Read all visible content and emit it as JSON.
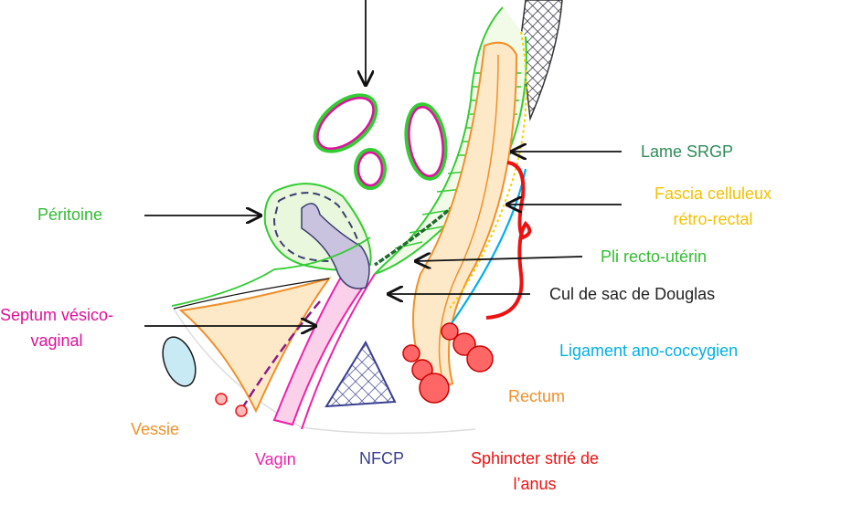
{
  "labels": {
    "lame_srgp": "Lame SRGP",
    "fascia_line1": "Fascia celluleux",
    "fascia_line2": "rétro-rectal",
    "pli": "Pli recto-utérin",
    "douglas": "Cul de sac de Douglas",
    "ligament": "Ligament ano-coccygien",
    "rectum": "Rectum",
    "sphincter_line1": "Sphincter strié de",
    "sphincter_line2": "l’anus",
    "nfcp": "NFCP",
    "vagin": "Vagin",
    "vessie": "Vessie",
    "septum_line1": "Septum vésico-",
    "septum_line2": "vaginal",
    "peritoine": "Péritoine"
  },
  "colors": {
    "green_dark": "#2e8b57",
    "green": "#33cc33",
    "yellow": "#f5c000",
    "black": "#222222",
    "cyan": "#00b0e8",
    "orange": "#f0902a",
    "red": "#ee1111",
    "navy": "#3a3f8f",
    "pink": "#ee22aa",
    "magenta": "#e0109a"
  }
}
